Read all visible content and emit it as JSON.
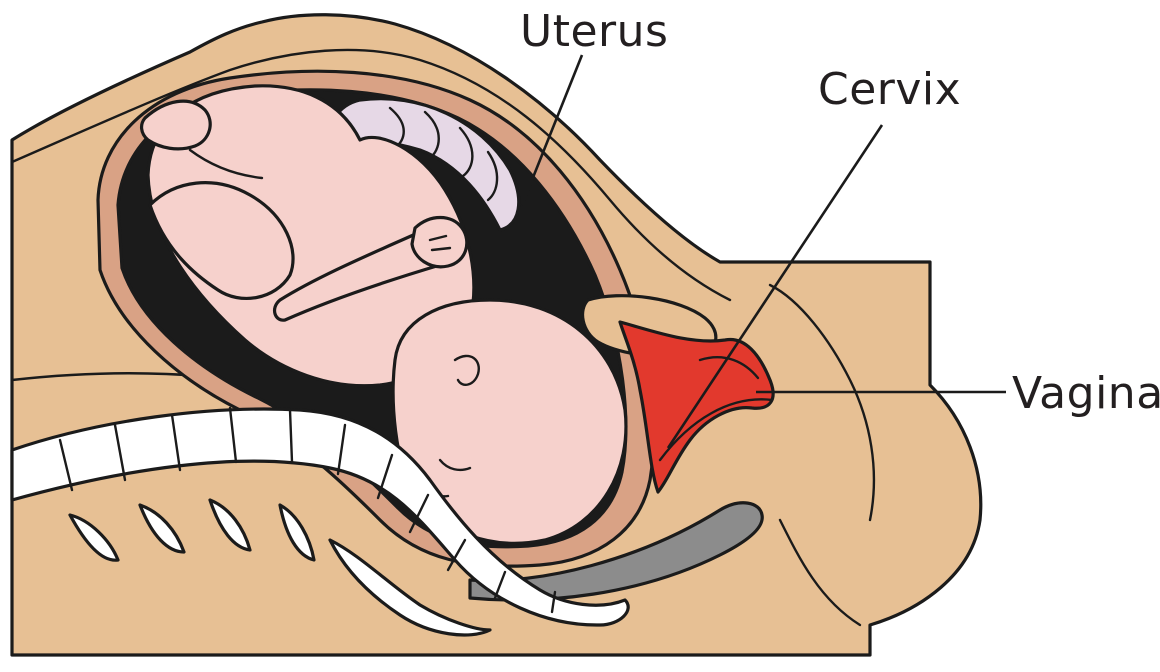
{
  "labels": {
    "uterus": "Uterus",
    "cervix": "Cervix",
    "vagina": "Vagina"
  },
  "colors": {
    "body": "#e7c094",
    "uterine_wall": "#d9a285",
    "fetus": "#f6d1cc",
    "cervix_red": "#e2392d",
    "spine": "#ffffff",
    "cord": "#e6d8e6",
    "outline": "#1b1b1b"
  },
  "icons": {
    "illustration": "pregnant-uterus-cross-section"
  }
}
